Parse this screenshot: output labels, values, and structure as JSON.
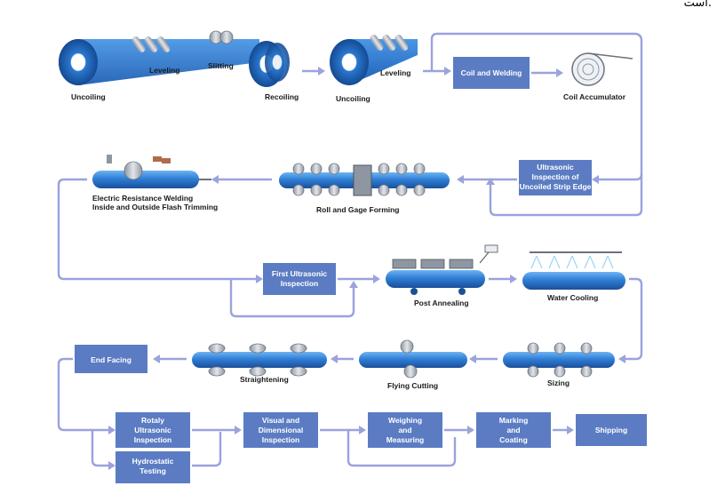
{
  "corner_text": "است.",
  "colors": {
    "box_fill": "#5b7cc3",
    "flow_line": "#9aa3dc",
    "pipe_blue": "#2f7fd6",
    "roller_grey": "#b9bfc8"
  },
  "labels": {
    "uncoiling_1": "Uncoiling",
    "leveling_1": "Leveling",
    "slitting": "Slitting",
    "recoiling": "Recoiling",
    "uncoiling_2": "Uncoiling",
    "leveling_2": "Leveling",
    "coil_accumulator": "Coil Accumulator",
    "erw_line1": "Electric Resistance Welding",
    "erw_line2": "Inside and Outside Flash Trimming",
    "roll_gage": "Roll and Gage Forming",
    "post_annealing": "Post Annealing",
    "water_cooling": "Water Cooling",
    "straightening": "Straightening",
    "flying_cutting": "Flying Cutting",
    "sizing": "Sizing"
  },
  "boxes": {
    "coil_welding": [
      "Coil and Welding"
    ],
    "ultrasonic_strip": [
      "Ultrasonic",
      "Inspection of",
      "Uncoiled Strip Edge"
    ],
    "first_ultrasonic": [
      "First Ultrasonic",
      "Inspection"
    ],
    "end_facing": [
      "End Facing"
    ],
    "rotaly_ultrasonic": [
      "Rotaly",
      "Ultrasonic",
      "Inspection"
    ],
    "hydrostatic": [
      "Hydrostatic",
      "Testing"
    ],
    "visual_dimensional": [
      "Visual and",
      "Dimensional",
      "Inspection"
    ],
    "weighing": [
      "Weighing",
      "and",
      "Measuring"
    ],
    "marking": [
      "Marking",
      "and",
      "Coating"
    ],
    "shipping": [
      "Shipping"
    ]
  }
}
